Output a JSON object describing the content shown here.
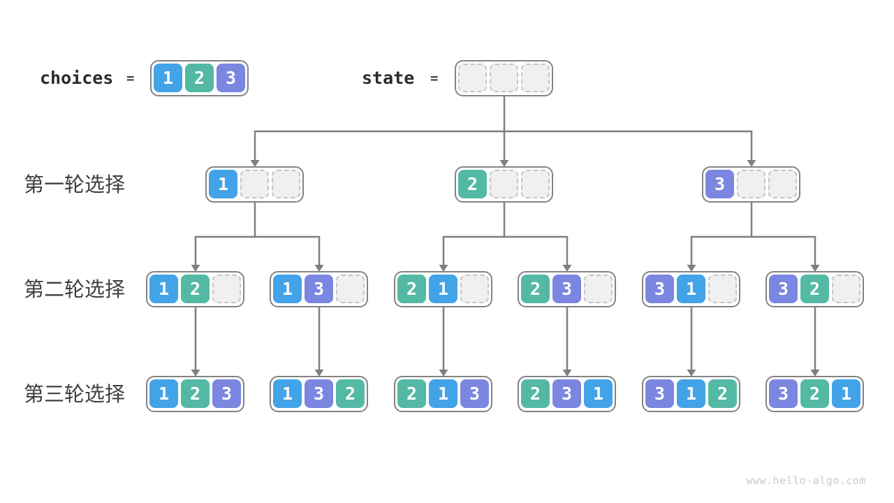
{
  "header": {
    "choices_label": "choices",
    "choices_equals": "=",
    "state_label": "state",
    "state_equals": "="
  },
  "row_labels": [
    {
      "text": "第一轮选择"
    },
    {
      "text": "第二轮选择"
    },
    {
      "text": "第三轮选择"
    }
  ],
  "watermark": "www.hello-algo.com",
  "colors": {
    "value1": "#43a3e8",
    "value2": "#53b9a5",
    "value3": "#7b86e0",
    "empty_cell_bg": "#f0f0f0",
    "empty_cell_border": "#c4c4c4",
    "node_border": "#838383",
    "line": "#7f7f7f",
    "label_text": "#3f3f3f",
    "var_text": "#2b2b2b",
    "watermark_text": "#cacaca"
  },
  "choices_array": {
    "id": "choices",
    "cells": [
      1,
      2,
      3
    ]
  },
  "tree_nodes": [
    {
      "id": "state",
      "cells": [
        null,
        null,
        null
      ],
      "children": [
        "1",
        "2",
        "3"
      ]
    },
    {
      "id": "1",
      "cells": [
        1,
        null,
        null
      ],
      "children": [
        "12",
        "13"
      ]
    },
    {
      "id": "2",
      "cells": [
        2,
        null,
        null
      ],
      "children": [
        "21",
        "23"
      ]
    },
    {
      "id": "3",
      "cells": [
        3,
        null,
        null
      ],
      "children": [
        "31",
        "32"
      ]
    },
    {
      "id": "12",
      "cells": [
        1,
        2,
        null
      ],
      "children": [
        "123"
      ]
    },
    {
      "id": "13",
      "cells": [
        1,
        3,
        null
      ],
      "children": [
        "132"
      ]
    },
    {
      "id": "21",
      "cells": [
        2,
        1,
        null
      ],
      "children": [
        "213"
      ]
    },
    {
      "id": "23",
      "cells": [
        2,
        3,
        null
      ],
      "children": [
        "231"
      ]
    },
    {
      "id": "31",
      "cells": [
        3,
        1,
        null
      ],
      "children": [
        "312"
      ]
    },
    {
      "id": "32",
      "cells": [
        3,
        2,
        null
      ],
      "children": [
        "321"
      ]
    },
    {
      "id": "123",
      "cells": [
        1,
        2,
        3
      ],
      "children": []
    },
    {
      "id": "132",
      "cells": [
        1,
        3,
        2
      ],
      "children": []
    },
    {
      "id": "213",
      "cells": [
        2,
        1,
        3
      ],
      "children": []
    },
    {
      "id": "231",
      "cells": [
        2,
        3,
        1
      ],
      "children": []
    },
    {
      "id": "312",
      "cells": [
        3,
        1,
        2
      ],
      "children": []
    },
    {
      "id": "321",
      "cells": [
        3,
        2,
        1
      ],
      "children": []
    }
  ]
}
